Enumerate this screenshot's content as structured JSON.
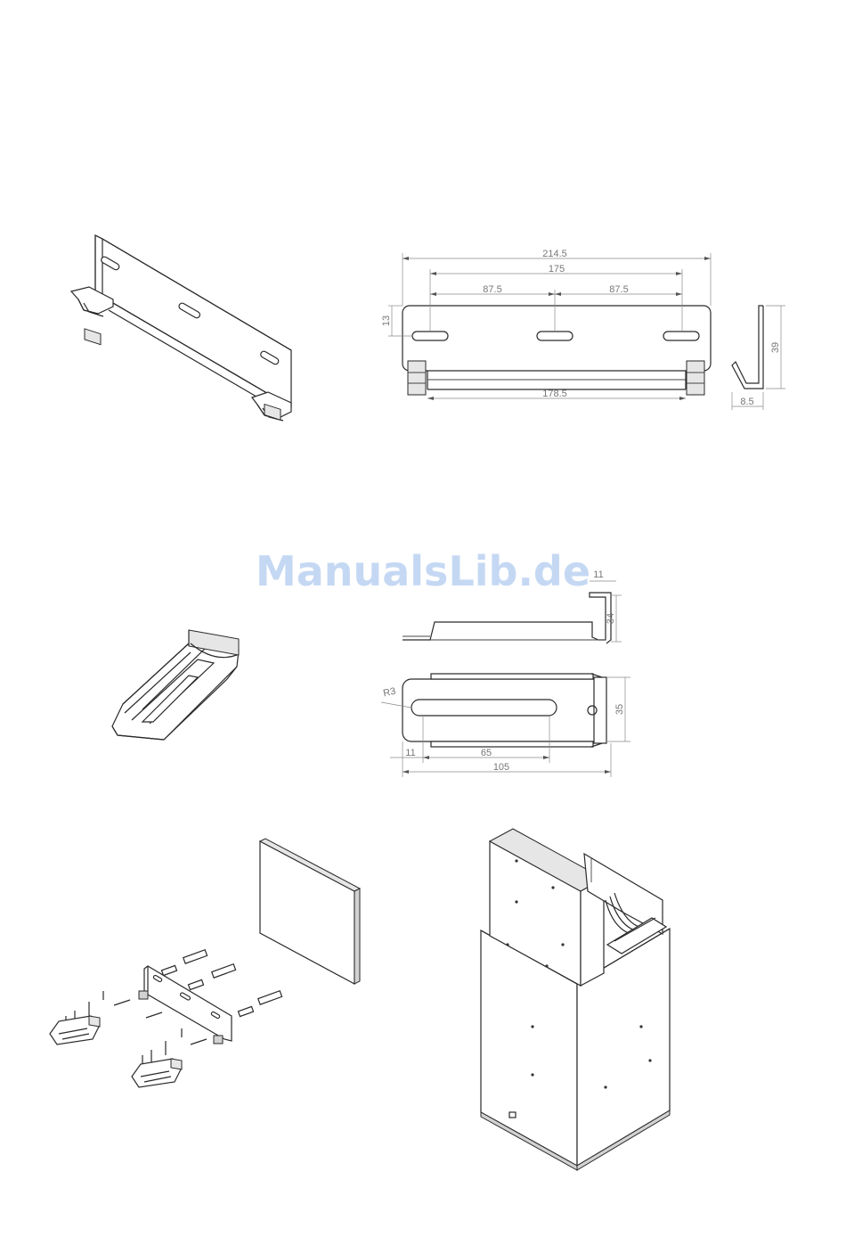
{
  "watermark": "ManualsLib.de",
  "wall_bracket": {
    "dim_overall_width": "214.5",
    "dim_slot_span": "175",
    "dim_left_half": "87.5",
    "dim_right_half": "87.5",
    "dim_bottom_width": "178.5",
    "dim_left_height": "13",
    "dim_side_height": "39",
    "dim_side_depth": "8.5"
  },
  "support_bracket": {
    "dim_top_offset": "11",
    "dim_hook_height": "34",
    "dim_radius": "R3",
    "dim_width": "35",
    "dim_left_offset": "11",
    "dim_slot_length": "65",
    "dim_overall_length": "105"
  }
}
